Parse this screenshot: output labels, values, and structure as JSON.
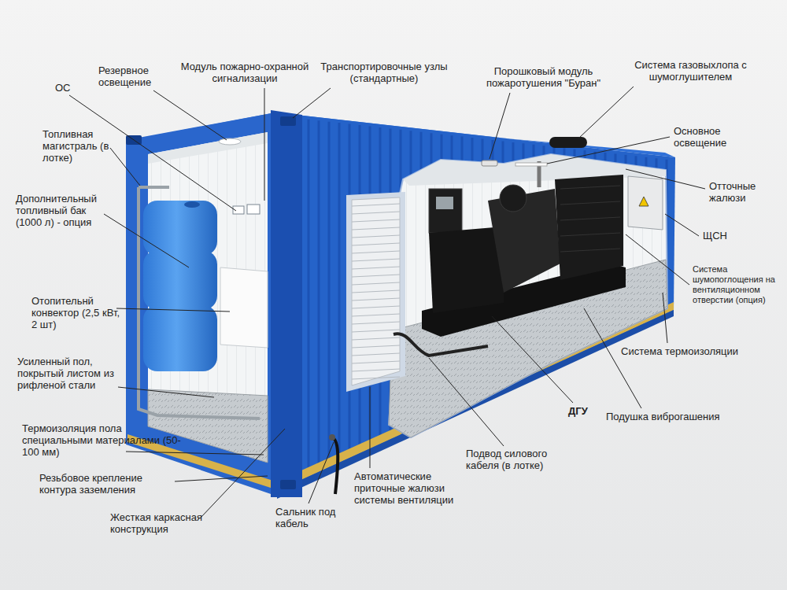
{
  "diagram": {
    "labels": [
      "ОС",
      "Резервное освещение",
      "Модуль пожарно-охранной сигнализации",
      "Транспортировочные узлы (стандартные)",
      "Порошковый модуль пожаротушения \"Буран\"",
      "Система газовыхлопа с шумоглушителем",
      "Основное освещение",
      "Топливная магистраль (в лотке)",
      "Отточные жалюзи",
      "Дополнительный топливный бак (1000 л) - опция",
      "ЩСН",
      "Система шумопоглощения на вентиляционном отверстии (опция)",
      "Отопительнй конвектор (2,5 кВт, 2 шт)",
      "Усиленный пол, покрытый листом из рифленой стали",
      "Система термоизоляции",
      "ДГУ",
      "Подушка виброгашения",
      "Термоизоляция пола специальными материалами (50-100 мм)",
      "Подвод силового кабеля (в лотке)",
      "Резьбовое крепление контура заземления",
      "Автоматические приточные жалюзи системы вентиляции",
      "Жесткая каркасная конструкция",
      "Сальник под кабель"
    ]
  }
}
